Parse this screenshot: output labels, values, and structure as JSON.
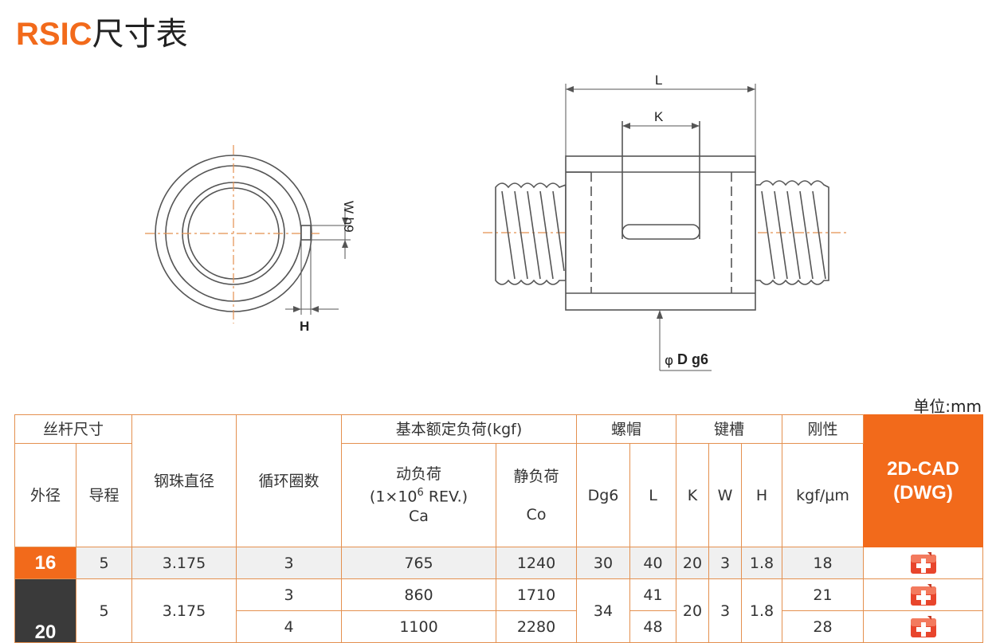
{
  "title": {
    "brand": "RSIC",
    "rest": "尺寸表"
  },
  "drawing": {
    "w_label": "W h9",
    "h_label": "H",
    "l_label": "L",
    "k_label": "K",
    "d_label": "D g6",
    "phi": "φ"
  },
  "unit": "单位:mm",
  "headers": {
    "screw": "丝杆尺寸",
    "od": "外径",
    "lead": "导程",
    "ball": "钢珠直径",
    "turns": "循环圈数",
    "load": "基本额定负荷(kgf)",
    "dyn_line1": "动负荷",
    "dyn_line2a": "(1×10",
    "dyn_exp": "6",
    "dyn_line2b": " REV.)",
    "dyn_line3": "Ca",
    "stat_line1": "静负荷",
    "stat_line2": "Co",
    "nut": "螺帽",
    "dg6": "Dg6",
    "l": "L",
    "keyway": "键槽",
    "k": "K",
    "w": "W",
    "h": "H",
    "rigidity": "刚性",
    "rig_unit": "kgf/μm",
    "cad_line1": "2D-CAD",
    "cad_line2": "(DWG)"
  },
  "rows": [
    {
      "od": "16",
      "lead": "5",
      "ball": "3.175",
      "turns": "3",
      "ca": "765",
      "co": "1240",
      "dg6": "30",
      "l": "40",
      "k": "20",
      "w": "3",
      "h": "1.8",
      "rig": "18"
    },
    {
      "od": "20",
      "lead": "5",
      "ball": "3.175",
      "turns": "3",
      "ca": "860",
      "co": "1710",
      "dg6": "34",
      "l": "41",
      "k": "20",
      "w": "3",
      "h": "1.8",
      "rig": "21"
    },
    {
      "turns": "4",
      "ca": "1100",
      "co": "2280",
      "l": "48",
      "rig": "28"
    }
  ],
  "colors": {
    "accent": "#f26a1b",
    "border": "#e4904f",
    "dark": "#3a3a3a"
  },
  "icons": {
    "cad": "cad-download-icon"
  }
}
